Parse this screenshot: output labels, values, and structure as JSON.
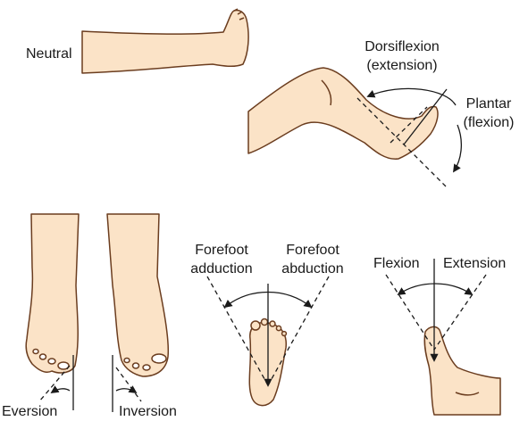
{
  "colors": {
    "skin": "#fbe3c7",
    "outline": "#6b3d1f",
    "line": "#1a1a1a",
    "toenail": "#ffffff"
  },
  "labels": {
    "neutral": "Neutral",
    "dorsiflexion_1": "Dorsiflexion",
    "dorsiflexion_2": "(extension)",
    "plantar_1": "Plantar",
    "plantar_2": "(flexion)",
    "forefoot_adduction_1": "Forefoot",
    "forefoot_adduction_2": "adduction",
    "forefoot_abduction_1": "Forefoot",
    "forefoot_abduction_2": "abduction",
    "flexion": "Flexion",
    "extension": "Extension",
    "eversion": "Eversion",
    "inversion": "Inversion"
  }
}
